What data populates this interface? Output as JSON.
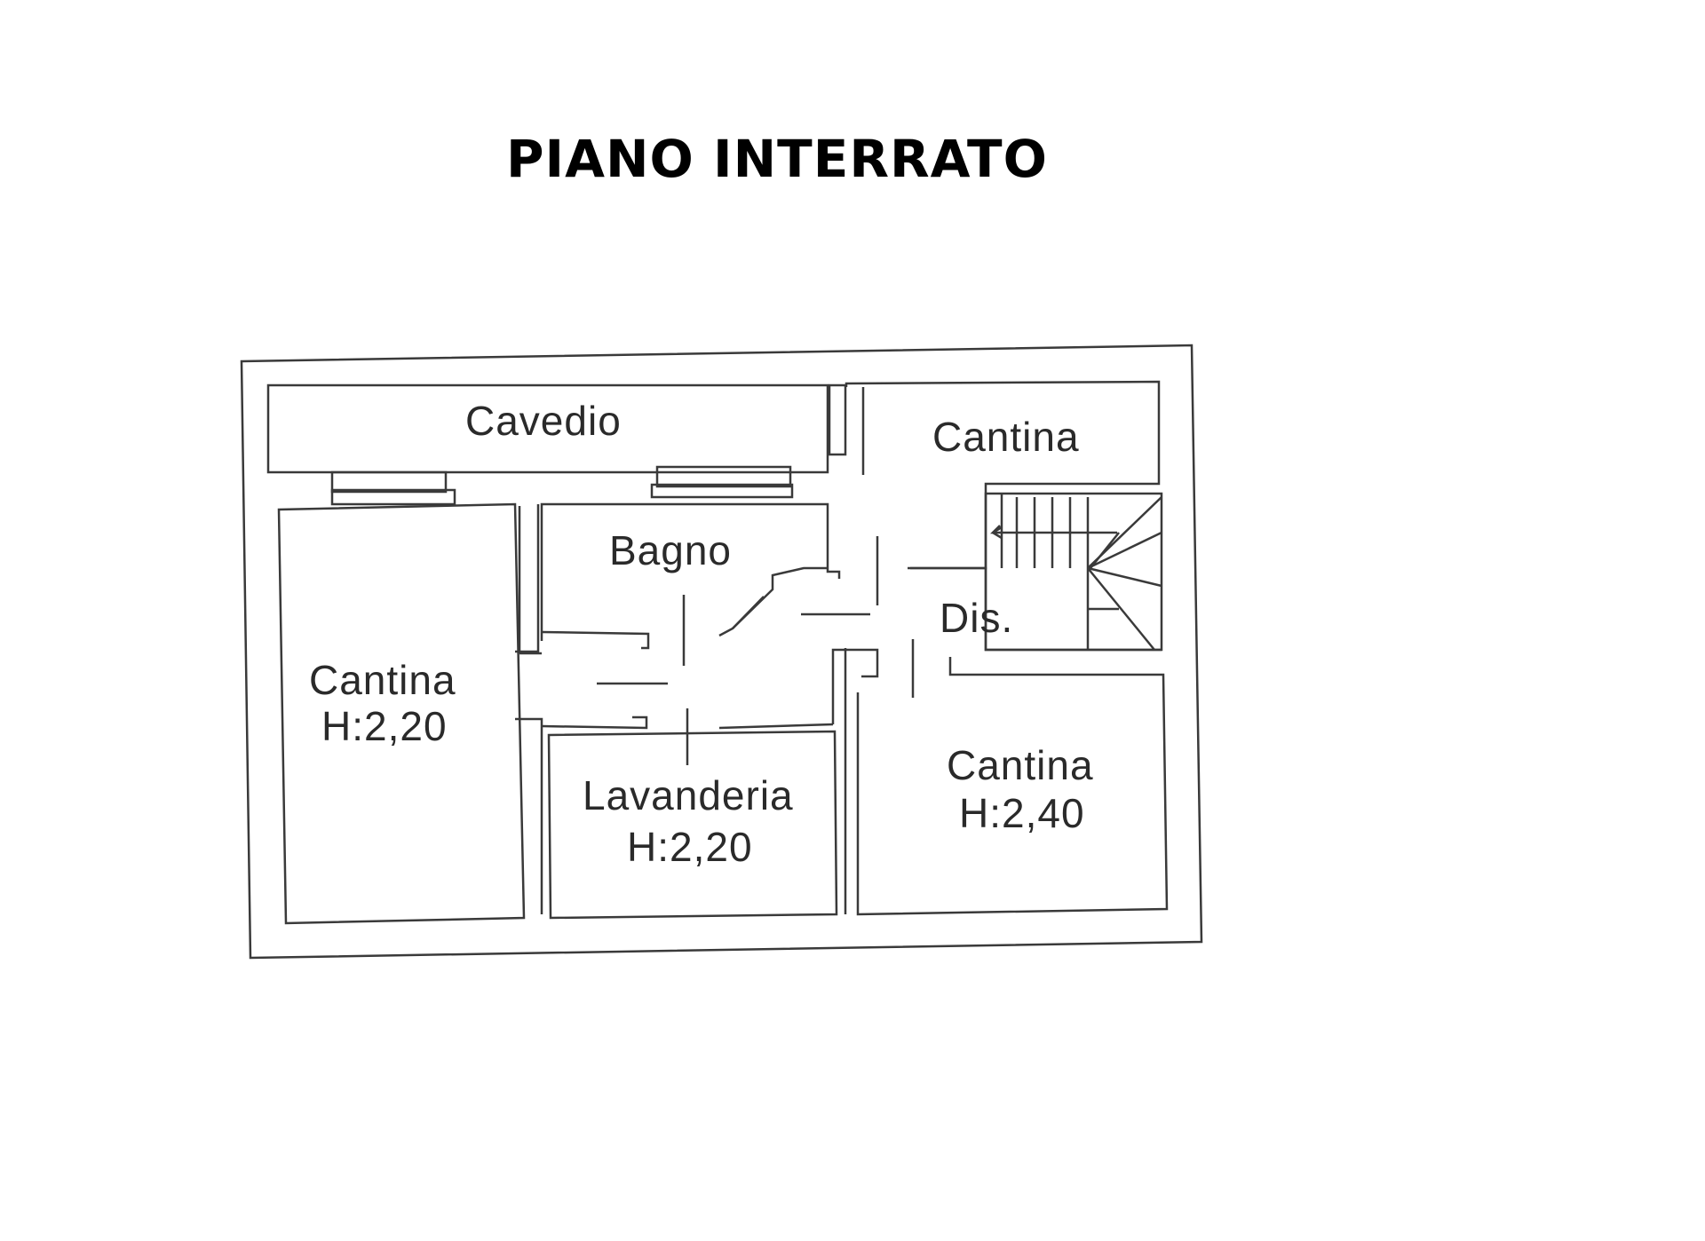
{
  "title": "PIANO INTERRATO",
  "rooms": {
    "cavedio": {
      "name": "Cavedio"
    },
    "cantina_top": {
      "name": "Cantina"
    },
    "bagno": {
      "name": "Bagno"
    },
    "dis": {
      "name": "Dis."
    },
    "cantina_left": {
      "name": "Cantina",
      "height": "H:2,20"
    },
    "lavanderia": {
      "name": "Lavanderia",
      "height": "H:2,20"
    },
    "cantina_right": {
      "name": "Cantina",
      "height": "H:2,40"
    }
  },
  "colors": {
    "wall": "#3a3a3a",
    "text": "#2a2a2a",
    "background": "#ffffff"
  }
}
